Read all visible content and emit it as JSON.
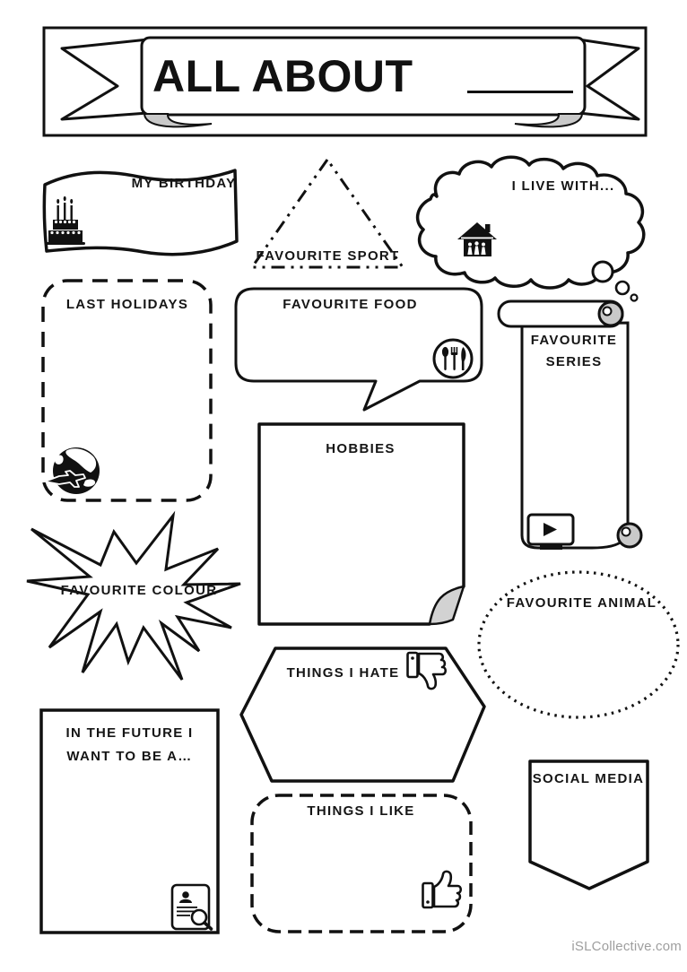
{
  "page": {
    "title": "ALL ABOUT",
    "watermark": "iSLCollective.com",
    "colors": {
      "ink": "#111111",
      "paper": "#ffffff",
      "fold_gray": "#cccccc",
      "watermark_gray": "#9e9e9e"
    }
  },
  "sections": {
    "birthday": {
      "label": "MY BIRTHDAY",
      "icon": "birthday-cake-icon",
      "shape": "waving-flag"
    },
    "sport": {
      "label": "FAVOURITE SPORT",
      "shape": "dash-dot-triangle"
    },
    "live_with": {
      "label": "I LIVE WITH...",
      "icon": "house-family-icon",
      "shape": "thought-cloud"
    },
    "holidays": {
      "label": "LAST HOLIDAYS",
      "icon": "globe-plane-icon",
      "shape": "dashed-rounded-rect"
    },
    "food": {
      "label": "FAVOURITE FOOD",
      "icon": "cutlery-icon",
      "shape": "speech-bubble"
    },
    "series": {
      "label": "FAVOURITE SERIES",
      "icon": "video-player-icon",
      "shape": "scroll"
    },
    "hobbies": {
      "label": "HOBBIES",
      "shape": "folded-corner-square"
    },
    "colour": {
      "label": "FAVOURITE COLOUR",
      "shape": "starburst"
    },
    "animal": {
      "label": "FAVOURITE ANIMAL",
      "shape": "dotted-oval"
    },
    "hate": {
      "label": "THINGS I HATE",
      "icon": "thumbs-down-icon",
      "shape": "hexagon"
    },
    "future": {
      "label_line1": "IN THE FUTURE I",
      "label_line2": "WANT TO BE A…",
      "icon": "cv-search-icon",
      "shape": "rectangle"
    },
    "like": {
      "label": "THINGS I LIKE",
      "icon": "thumbs-up-icon",
      "shape": "dashed-rounded-rect"
    },
    "social": {
      "label": "SOCIAL MEDIA",
      "shape": "pennant"
    }
  }
}
